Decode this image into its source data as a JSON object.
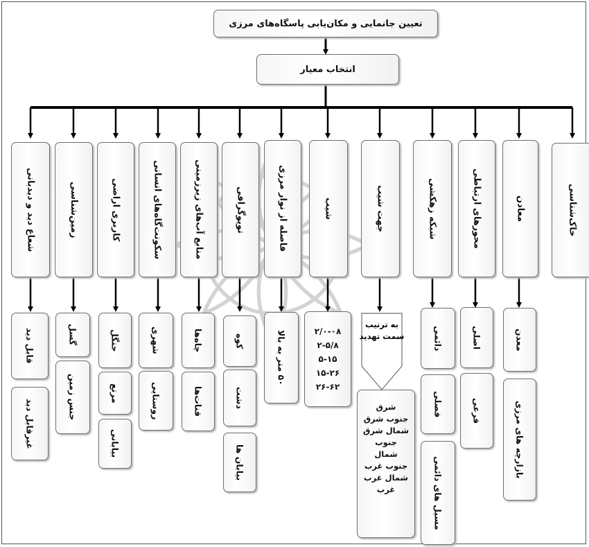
{
  "title": "تعیین جانمایی و مکان‌یابی  پاسگاه‌های مرزی",
  "criteria_header": "انتخاب معیار",
  "criteria": [
    {
      "label": "خاک‌شناسی",
      "items": []
    },
    {
      "label": "معادن",
      "items": [
        "معدن",
        "بازارچه های مرزی"
      ]
    },
    {
      "label": "محورهای ارتباطی",
      "items": [
        "اصلی",
        "فرعی"
      ]
    },
    {
      "label": "شبکه زهکشی",
      "items": [
        "دائمی",
        "فصلی",
        "مسیل های دائمی"
      ]
    },
    {
      "label": "جهت شیب",
      "note": "به ترتیب سمت تهدید",
      "items": [
        "شرق",
        "جنوب شرق",
        "شمال شرق",
        "جنوب",
        "شمال",
        "جنوب غرب",
        "شمال غرب",
        "غرب"
      ]
    },
    {
      "label": "شیب",
      "items": [
        "۲/۰-۰۸",
        "۲-۵/۸",
        "۵-۱۵",
        "۱۵-۲۶",
        "۲۶-۶۲"
      ]
    },
    {
      "label": "فاصله از نوار مرزی",
      "items": [
        "۵۰ متر به بالا"
      ]
    },
    {
      "label": "توپوگرافی",
      "items": [
        "کوه",
        "دشت",
        "بیابان ها"
      ]
    },
    {
      "label": "منابع آب‌های زیرزمینی",
      "items": [
        "چاه‌ها",
        "قنات‌ها"
      ]
    },
    {
      "label": "سکونت‌گاه‌های انسانی",
      "items": [
        "شهری",
        "روستایی"
      ]
    },
    {
      "label": "کاربری اراضی",
      "items": [
        "جنگل",
        "مرتع",
        "بیابانی"
      ]
    },
    {
      "label": "زمین‌شناسی",
      "items": [
        "گسل",
        "جنس زمین"
      ]
    },
    {
      "label": "شعاع دید و دیدبانی",
      "items": [
        "قابل دید",
        "غیرقابل دید"
      ]
    }
  ],
  "watermark": {
    "icon": "flower-seal-icon"
  }
}
